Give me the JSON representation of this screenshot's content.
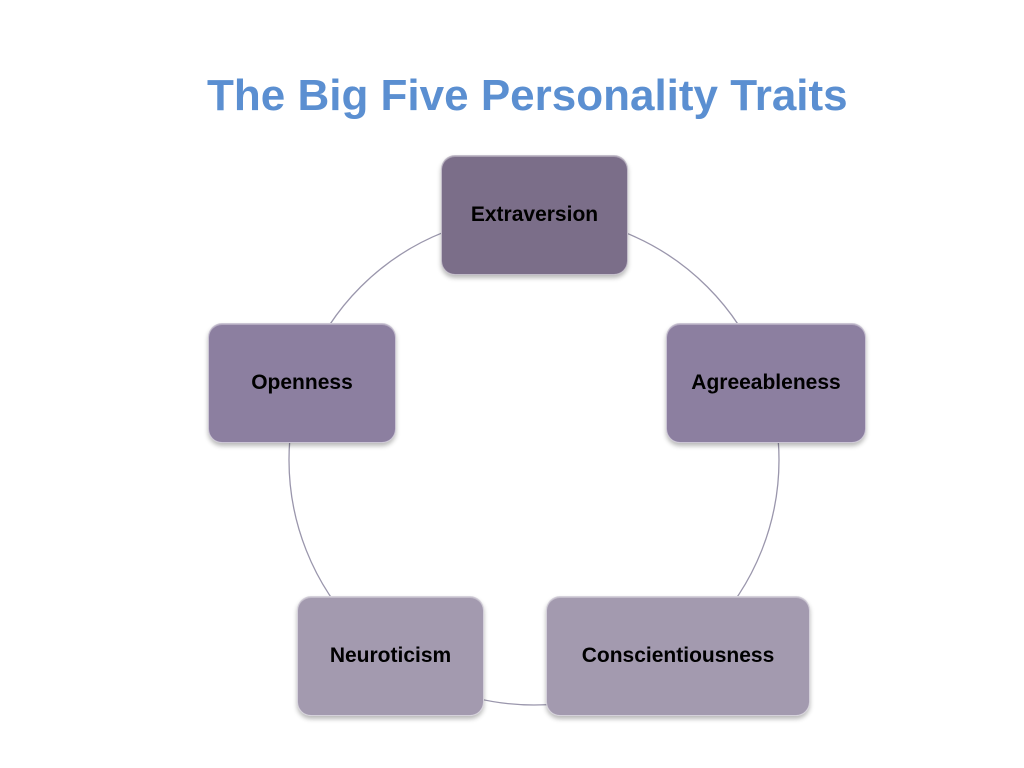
{
  "title": "The Big Five Personality Traits",
  "colors": {
    "title": "#5b8fd1",
    "ring_line": "#9a96ac",
    "extraversion": "#7b6e89",
    "agreeableness": "#8c7fa0",
    "conscientiousness": "#a39aaf",
    "neuroticism": "#a39aaf",
    "openness": "#8c7fa0"
  },
  "traits": [
    {
      "key": "extraversion",
      "label": "Extraversion"
    },
    {
      "key": "agreeableness",
      "label": "Agreeableness"
    },
    {
      "key": "conscientiousness",
      "label": "Conscientiousness"
    },
    {
      "key": "neuroticism",
      "label": "Neuroticism"
    },
    {
      "key": "openness",
      "label": "Openness"
    }
  ]
}
